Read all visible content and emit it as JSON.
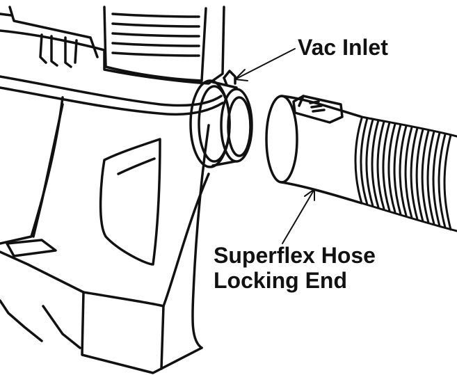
{
  "labels": {
    "vac_inlet": "Vac Inlet",
    "hose_line1": "Superflex Hose",
    "hose_line2": "Locking End"
  },
  "colors": {
    "ink": "#111111",
    "paper": "#ffffff"
  }
}
